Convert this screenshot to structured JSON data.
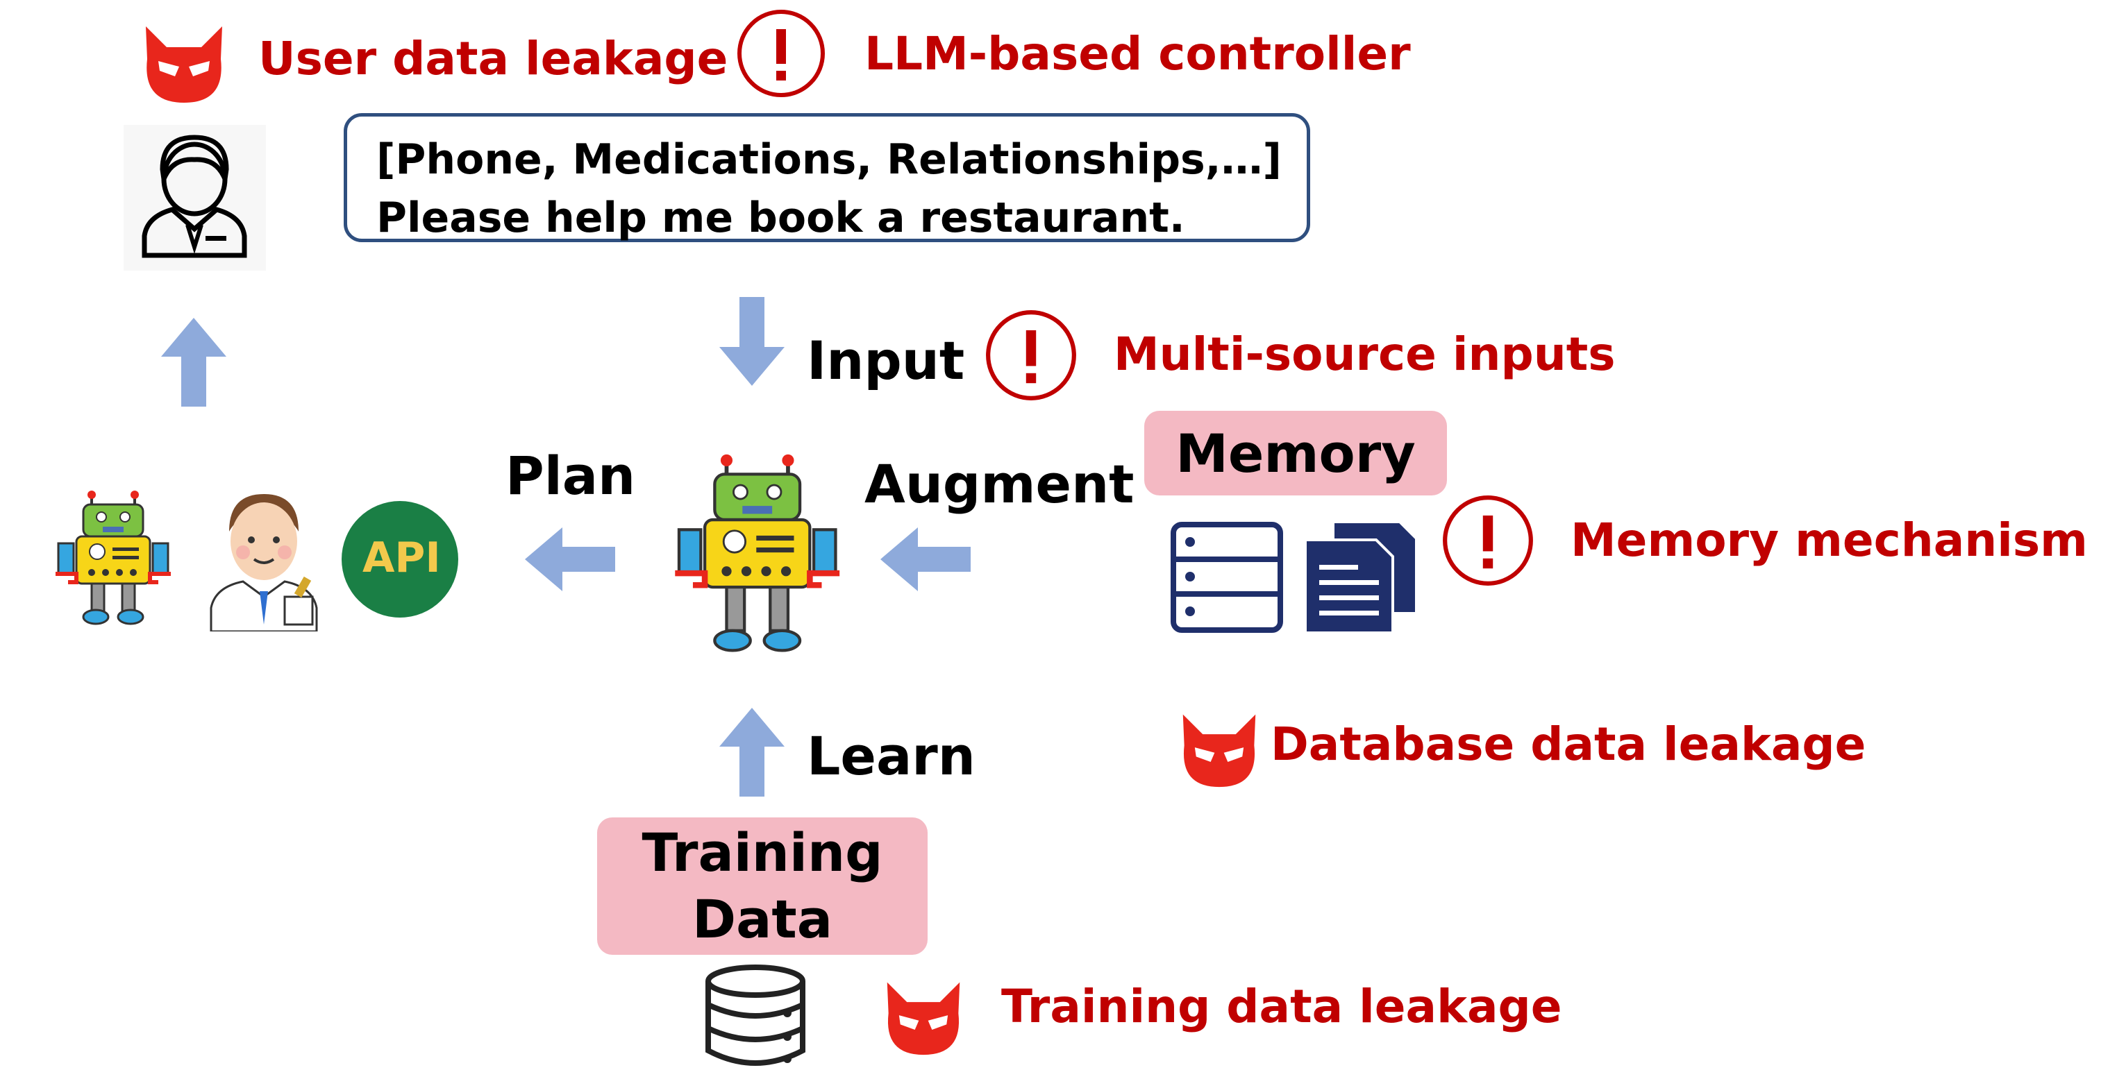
{
  "threats": {
    "user_leak": "User data leakage",
    "llm_controller": "LLM-based controller",
    "multi_source": "Multi-source inputs",
    "memory_mech": "Memory mechanism",
    "database_leak": "Database data leakage",
    "training_leak": "Training data leakage"
  },
  "request": {
    "line1": "[Phone, Medications, Relationships,…]",
    "line2": "Please help me book a restaurant."
  },
  "flow": {
    "input": "Input",
    "plan": "Plan",
    "augment": "Augment",
    "learn": "Learn"
  },
  "sources": {
    "memory": "Memory",
    "training_line1": "Training",
    "training_line2": "Data"
  },
  "tools": {
    "api": "API"
  },
  "icon_names": [
    "devil-icon",
    "alert-icon",
    "user-icon",
    "robot-icon",
    "expert-icon",
    "api-icon",
    "server-icon",
    "documents-icon",
    "database-icon",
    "arrow-icon"
  ],
  "colors": {
    "threat_red": "#c00000",
    "arrow_blue": "#8eaadb",
    "pink_box": "#f4b9c3",
    "box_border": "#2f4f7f",
    "api_green": "#1a7f45",
    "api_text": "#f2c94c",
    "icon_navy": "#1f2f6b"
  }
}
